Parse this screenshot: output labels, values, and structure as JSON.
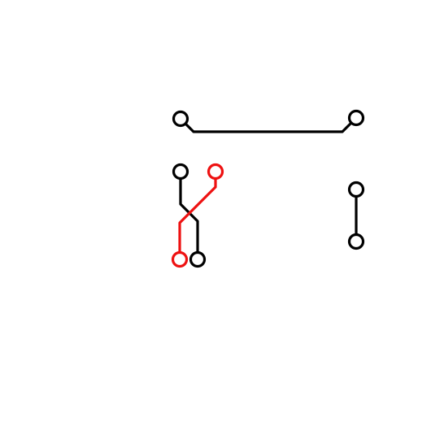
{
  "colors": {
    "default_wire": "#000000",
    "highlight_wire": "#ee1111",
    "background": "#ffffff"
  },
  "wires": [
    {
      "id": "top-link",
      "color": "default_wire",
      "from": "pin-a",
      "to": "pin-b"
    },
    {
      "id": "crossing-black",
      "color": "default_wire",
      "from": "pin-c",
      "to": "pin-e"
    },
    {
      "id": "crossing-red",
      "color": "highlight_wire",
      "from": "pin-d",
      "to": "pin-f"
    },
    {
      "id": "right-link",
      "color": "default_wire",
      "from": "pin-g",
      "to": "pin-h"
    }
  ]
}
